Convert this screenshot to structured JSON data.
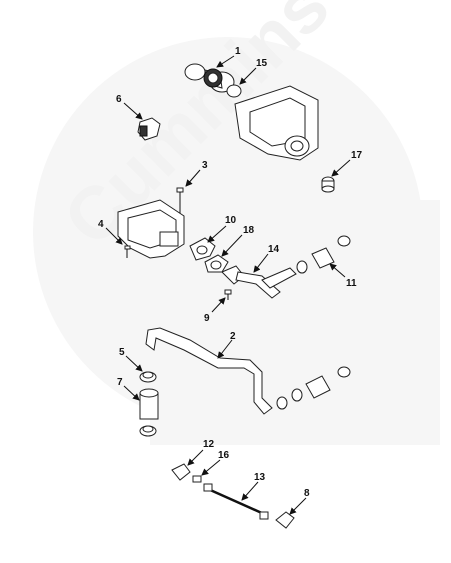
{
  "diagram": {
    "watermark": "Cummins",
    "callouts": {
      "c1": "1",
      "c15": "15",
      "c6": "6",
      "c3": "3",
      "c17": "17",
      "c4": "4",
      "c10": "10",
      "c18": "18",
      "c14": "14",
      "c11": "11",
      "c9": "9",
      "c2": "2",
      "c5": "5",
      "c7": "7",
      "c12": "12",
      "c16": "16",
      "c13": "13",
      "c8": "8"
    }
  }
}
